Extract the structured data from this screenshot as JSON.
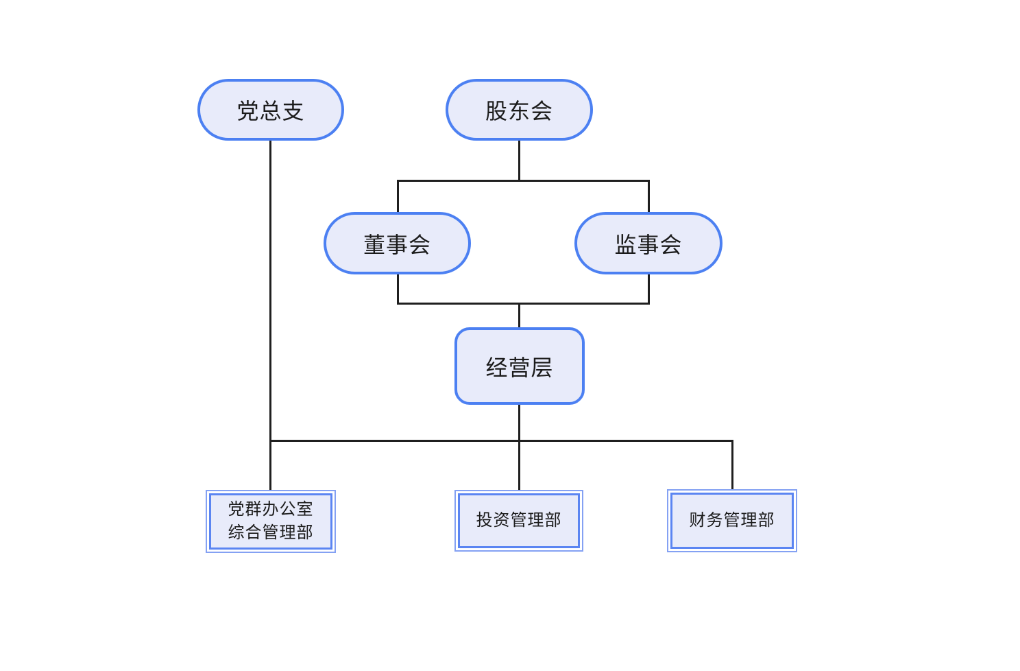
{
  "diagram": {
    "title": "org-structure-chart",
    "background_color": "#ffffff",
    "connector_color": "#1f1f1f",
    "pill_border_color": "#4c80f2",
    "dept_outer_border_color": "#84a1f3",
    "dept_inner_border_color": "#5b85f2",
    "node_fill_color": "#e8ebfa",
    "text_color": "#1b1b1b",
    "nodes": {
      "party_branch": {
        "label": "党总支"
      },
      "shareholders_meeting": {
        "label": "股东会"
      },
      "board_of_directors": {
        "label": "董事会"
      },
      "board_of_supervisors": {
        "label": "监事会"
      },
      "management_level": {
        "label": "经营层"
      },
      "party_mass_office": {
        "label_line1": "党群办公室",
        "label_line2": "综合管理部"
      },
      "investment_dept": {
        "label": "投资管理部"
      },
      "finance_dept": {
        "label": "财务管理部"
      }
    }
  }
}
